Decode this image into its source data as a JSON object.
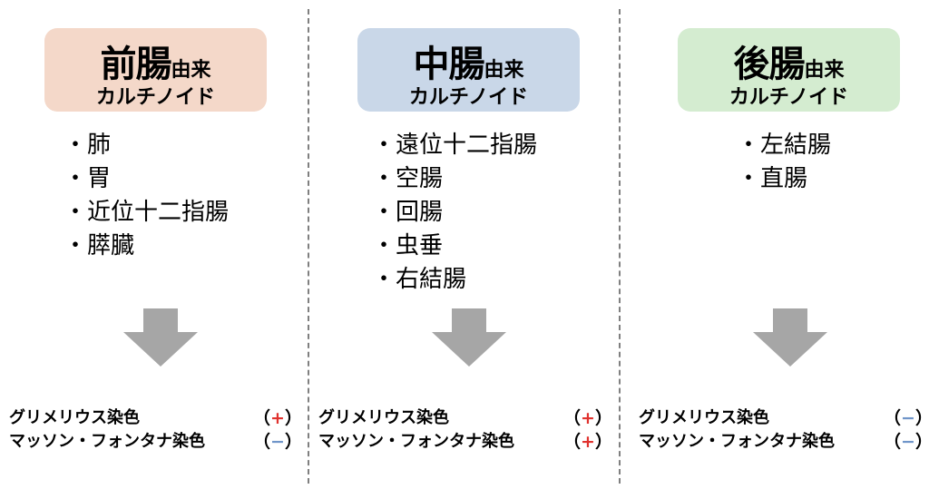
{
  "colors": {
    "foregut_box": "#f4d8c9",
    "midgut_box": "#c9d7e8",
    "hindgut_box": "#d4ecd0",
    "arrow": "#a6a6a6",
    "divider": "#7f7f7f",
    "positive": "#e0322e",
    "negative": "#6f95c9"
  },
  "columns": [
    {
      "title_main": "前腸",
      "title_suffix": "由来",
      "subtitle": "カルチノイド",
      "organs": [
        "・肺",
        "・胃",
        "・近位十二指腸",
        "・膵臓"
      ],
      "stains": [
        {
          "name": "グリメリウス染色",
          "open": "（",
          "sign": "+",
          "close": "）",
          "positive": true
        },
        {
          "name": "マッソン・フォンタナ染色",
          "open": "（",
          "sign": "−",
          "close": "）",
          "positive": false
        }
      ]
    },
    {
      "title_main": "中腸",
      "title_suffix": "由来",
      "subtitle": "カルチノイド",
      "organs": [
        "・遠位十二指腸",
        "・空腸",
        "・回腸",
        "・虫垂",
        "・右結腸"
      ],
      "stains": [
        {
          "name": "グリメリウス染色",
          "open": "（",
          "sign": "+",
          "close": "）",
          "positive": true
        },
        {
          "name": "マッソン・フォンタナ染色",
          "open": "（",
          "sign": "+",
          "close": "）",
          "positive": true
        }
      ]
    },
    {
      "title_main": "後腸",
      "title_suffix": "由来",
      "subtitle": "カルチノイド",
      "organs": [
        "・左結腸",
        "・直腸"
      ],
      "stains": [
        {
          "name": "グリメリウス染色",
          "open": "（",
          "sign": "−",
          "close": "）",
          "positive": false
        },
        {
          "name": "マッソン・フォンタナ染色",
          "open": "（",
          "sign": "−",
          "close": "）",
          "positive": false
        }
      ]
    }
  ]
}
